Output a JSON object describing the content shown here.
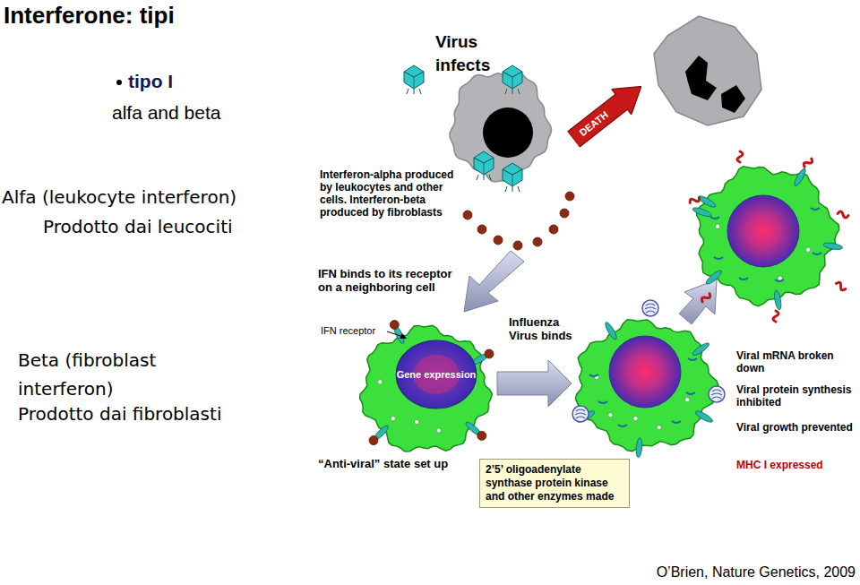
{
  "diagram": {
    "title": "Interferone: tipi",
    "caption": "O’Brien, Nature Genetics, 2009",
    "nodes": [
      {
        "text": [
          "DEATH"
        ]
      },
      {
        "text": [
          "Gene expression"
        ]
      },
      {
        "text": [
          "2’5’ oligoadenylate synthase protein kinase and other enzymes made"
        ]
      }
    ],
    "labels": [
      "tipo I",
      "alfa and beta",
      "Alfa (leukocyte interferon)",
      "Prodotto dai leucociti",
      "Beta (fibroblast interferon)",
      "Prodotto dai fibroblasti",
      "Virus infects",
      "Interferon-alpha produced by leukocytes and other cells. Interferon-beta produced by fibroblasts",
      "IFN binds to its receptor on a neighboring cell",
      "IFN receptor",
      "Influenza Virus binds",
      "Viral mRNA broken down",
      "Viral protein synthesis inhibited",
      "Viral growth prevented",
      "MHC I expressed",
      "“Anti-viral” state set up"
    ]
  }
}
